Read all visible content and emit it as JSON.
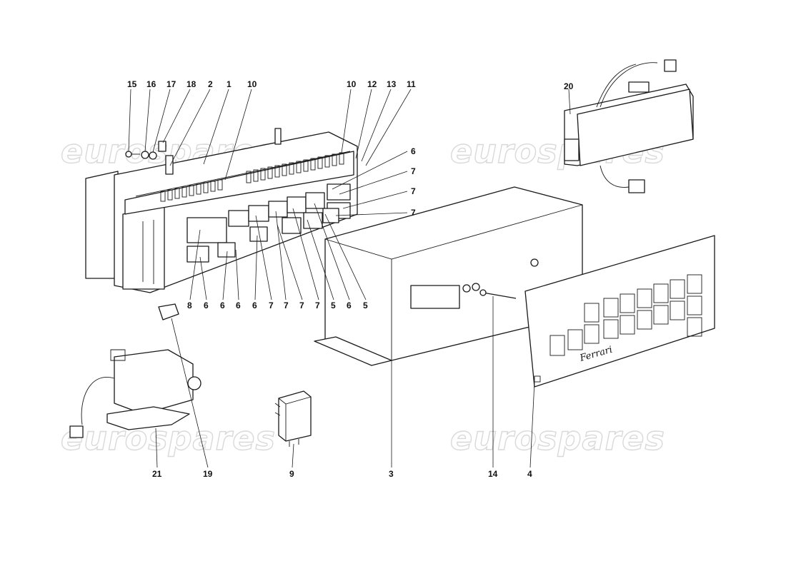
{
  "watermark": {
    "text": "eurospares"
  },
  "brand_plate_text": "Ferrari",
  "callouts": [
    "15",
    "16",
    "17",
    "18",
    "2",
    "1",
    "10",
    "10",
    "12",
    "13",
    "11",
    "6",
    "7",
    "7",
    "7",
    "8",
    "6",
    "6",
    "6",
    "7",
    "7",
    "7",
    "5",
    "6",
    "5",
    "20",
    "3",
    "14",
    "4",
    "21",
    "19",
    "9"
  ]
}
